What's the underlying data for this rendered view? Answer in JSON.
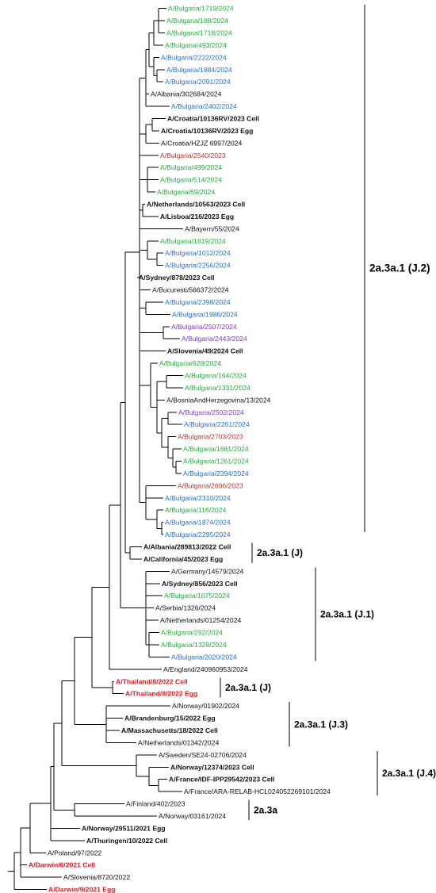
{
  "colors": {
    "black": "#111111",
    "green": "#1fae3a",
    "blue": "#1f6fd6",
    "darkred": "#b8322b",
    "red": "#e6161c",
    "purple": "#7b3bc6"
  },
  "leaves": [
    {
      "id": "l0",
      "label": "A/Bulgaria/1719/2024",
      "color": "green",
      "bold": false
    },
    {
      "id": "l1",
      "label": "A/Bulgaria/188/2024",
      "color": "green",
      "bold": false
    },
    {
      "id": "l2",
      "label": "A/Bulgaria/1718/2024",
      "color": "green",
      "bold": false
    },
    {
      "id": "l3",
      "label": "A/Bulgaria/493/2024",
      "color": "green",
      "bold": false
    },
    {
      "id": "l4",
      "label": "A/Bulgaria/2222/2024",
      "color": "blue",
      "bold": false
    },
    {
      "id": "l5",
      "label": "A/Bulgaria/1884/2024",
      "color": "blue",
      "bold": false
    },
    {
      "id": "l6",
      "label": "A/Bulgaria/2091/2024",
      "color": "blue",
      "bold": false
    },
    {
      "id": "l7",
      "label": "A/Albania/302684/2024",
      "color": "black",
      "bold": false
    },
    {
      "id": "l8",
      "label": "A/Bulgaria/2402/2024",
      "color": "blue",
      "bold": false
    },
    {
      "id": "l9",
      "label": "A/Croatia/10136RV/2023 Cell",
      "color": "black",
      "bold": true
    },
    {
      "id": "l10",
      "label": "A/Croatia/10136RV/2023 Egg",
      "color": "black",
      "bold": true
    },
    {
      "id": "l11",
      "label": "A/Croatia/HZJZ 6997/2024",
      "color": "black",
      "bold": false
    },
    {
      "id": "l12",
      "label": "A/Bulgaria/2540/2023",
      "color": "darkred",
      "bold": false
    },
    {
      "id": "l13",
      "label": "A/Bulgaria/499/2024",
      "color": "green",
      "bold": false
    },
    {
      "id": "l14",
      "label": "A/Bulgaria/514/2024",
      "color": "green",
      "bold": false
    },
    {
      "id": "l15",
      "label": "A/Bulgaria/69/2024",
      "color": "green",
      "bold": false
    },
    {
      "id": "l16",
      "label": "A/Netherlands/10563/2023 Cell",
      "color": "black",
      "bold": true
    },
    {
      "id": "l17",
      "label": "A/Lisboa/216/2023 Egg",
      "color": "black",
      "bold": true
    },
    {
      "id": "l18",
      "label": "A/Bayern/55/2024",
      "color": "black",
      "bold": false
    },
    {
      "id": "l19",
      "label": "A/Bulgaria/1819/2024",
      "color": "green",
      "bold": false
    },
    {
      "id": "l20",
      "label": "A/Bulgaria/1012/2024",
      "color": "blue",
      "bold": false
    },
    {
      "id": "l21",
      "label": "A/Bulgaria/2256/2024",
      "color": "blue",
      "bold": false
    },
    {
      "id": "l22",
      "label": "A/Sydney/878/2023 Cell",
      "color": "black",
      "bold": true
    },
    {
      "id": "l23",
      "label": "A/Bucuresti/566372/2024",
      "color": "black",
      "bold": false
    },
    {
      "id": "l24",
      "label": "A/Bulgaria/2398/2024",
      "color": "blue",
      "bold": false
    },
    {
      "id": "l25",
      "label": "A/Bulgaria/1986/2024",
      "color": "blue",
      "bold": false
    },
    {
      "id": "l26",
      "label": "A/Bulgaria/2507/2024",
      "color": "purple",
      "bold": false
    },
    {
      "id": "l27",
      "label": "A/Bulgaria/2443/2024",
      "color": "purple",
      "bold": false
    },
    {
      "id": "l28",
      "label": "A/Slovenia/49/2024 Cell",
      "color": "black",
      "bold": true
    },
    {
      "id": "l29",
      "label": "A/Bulgaria/628/2024",
      "color": "green",
      "bold": false
    },
    {
      "id": "l30",
      "label": "A/Bulgaria/164/2024",
      "color": "green",
      "bold": false
    },
    {
      "id": "l31",
      "label": "A/Bulgaria/1331/2024",
      "color": "green",
      "bold": false
    },
    {
      "id": "l32",
      "label": "A/BosniaAndHerzegovina/13/2024",
      "color": "black",
      "bold": false
    },
    {
      "id": "l33",
      "label": "A/Bulgaria/2502/2024",
      "color": "purple",
      "bold": false
    },
    {
      "id": "l34",
      "label": "A/Bulgaria/2261/2024",
      "color": "blue",
      "bold": false
    },
    {
      "id": "l35",
      "label": "A/Bulgaria/2703/2023",
      "color": "darkred",
      "bold": false
    },
    {
      "id": "l36",
      "label": "A/Bulgaria/1681/2024",
      "color": "green",
      "bold": false
    },
    {
      "id": "l37",
      "label": "A/Bulgaria/1261/2024",
      "color": "green",
      "bold": false
    },
    {
      "id": "l38",
      "label": "A/Bulgaria/2394/2024",
      "color": "blue",
      "bold": false
    },
    {
      "id": "l39",
      "label": "A/Bulgaria/2696/2023",
      "color": "darkred",
      "bold": false
    },
    {
      "id": "l40",
      "label": "A/Bulgaria/2310/2024",
      "color": "blue",
      "bold": false
    },
    {
      "id": "l41",
      "label": "A/Bulgaria/116/2024",
      "color": "green",
      "bold": false
    },
    {
      "id": "l42",
      "label": "A/Bulgaria/1874/2024",
      "color": "blue",
      "bold": false
    },
    {
      "id": "l43",
      "label": "A/Bulgaria/2295/2024",
      "color": "blue",
      "bold": false
    },
    {
      "id": "l44",
      "label": "A/Albania/289813/2022 Cell",
      "color": "black",
      "bold": true
    },
    {
      "id": "l45",
      "label": "A/California/45/2023 Egg",
      "color": "black",
      "bold": true
    },
    {
      "id": "l46",
      "label": "A/Germany/14579/2024",
      "color": "black",
      "bold": false
    },
    {
      "id": "l47",
      "label": "A/Sydney/856/2023 Cell",
      "color": "black",
      "bold": true
    },
    {
      "id": "l48",
      "label": "A/Bulgaria/1075/2024",
      "color": "green",
      "bold": false
    },
    {
      "id": "l49",
      "label": "A/Serbia/1326/2024",
      "color": "black",
      "bold": false
    },
    {
      "id": "l50",
      "label": "A/Netherlands/01254/2024",
      "color": "black",
      "bold": false
    },
    {
      "id": "l51",
      "label": "A/Bulgaria/292/2024",
      "color": "green",
      "bold": false
    },
    {
      "id": "l52",
      "label": "A/Bulgaria/1328/2024",
      "color": "green",
      "bold": false
    },
    {
      "id": "l53",
      "label": "A/Bulgaria/2020/2024",
      "color": "blue",
      "bold": false
    },
    {
      "id": "l54",
      "label": "A/England/240960953/2024",
      "color": "black",
      "bold": false
    },
    {
      "id": "l55",
      "label": "A/Thailand/8/2022 Cell",
      "color": "red",
      "bold": true
    },
    {
      "id": "l56",
      "label": "A/Thailand/8/2022 Egg",
      "color": "red",
      "bold": true
    },
    {
      "id": "l57",
      "label": "A/Norway/01902/2024",
      "color": "black",
      "bold": false
    },
    {
      "id": "l58",
      "label": "A/Brandenburg/15/2022 Egg",
      "color": "black",
      "bold": true
    },
    {
      "id": "l59",
      "label": "A/Massachusetts/18/2022 Cell",
      "color": "black",
      "bold": true
    },
    {
      "id": "l60",
      "label": "A/Netherlands/01342/2024",
      "color": "black",
      "bold": false
    },
    {
      "id": "l61",
      "label": "A/Sweden/SE24-02706/2024",
      "color": "black",
      "bold": false
    },
    {
      "id": "l62",
      "label": "A/Norway/12374/2023 Cell",
      "color": "black",
      "bold": true
    },
    {
      "id": "l63",
      "label": "A/France/IDF-IPP29542/2023 Cell",
      "color": "black",
      "bold": true
    },
    {
      "id": "l64",
      "label": "A/France/ARA-RELAB-HCL024052269101/2024",
      "color": "black",
      "bold": false
    },
    {
      "id": "l65",
      "label": "A/Finland/402/2023",
      "color": "black",
      "bold": false
    },
    {
      "id": "l66",
      "label": "A/Norway/03161/2024",
      "color": "black",
      "bold": false
    },
    {
      "id": "l67",
      "label": "A/Norway/29511/2021 Egg",
      "color": "black",
      "bold": true
    },
    {
      "id": "l68",
      "label": "A/Thuringen/10/2022 Cell",
      "color": "black",
      "bold": true
    },
    {
      "id": "l69",
      "label": "A/Poland/97/2022",
      "color": "black",
      "bold": false
    },
    {
      "id": "l70",
      "label": "A/Darwin/6/2021 Cell",
      "color": "red",
      "bold": true
    },
    {
      "id": "l71",
      "label": "A/Slovenia/8720/2022",
      "color": "black",
      "bold": false
    },
    {
      "id": "l72",
      "label": "A/Darwin/9/2021 Egg",
      "color": "red",
      "bold": true
    }
  ],
  "clades": [
    {
      "id": "c0",
      "label": "2a.3a.1 (J.2)",
      "from": "l0",
      "to": "l43"
    },
    {
      "id": "c1",
      "label": "2a.3a.1 (J)",
      "from": "l44",
      "to": "l45"
    },
    {
      "id": "c2",
      "label": "2a.3a.1 (J.1)",
      "from": "l46",
      "to": "l53"
    },
    {
      "id": "c3",
      "label": "2a.3a.1 (J)",
      "from": "l55",
      "to": "l56"
    },
    {
      "id": "c4",
      "label": "2a.3a.1 (J.3)",
      "from": "l57",
      "to": "l60"
    },
    {
      "id": "c5",
      "label": "2a.3a.1 (J.4)",
      "from": "l61",
      "to": "l64"
    },
    {
      "id": "c6",
      "label": "2a.3a",
      "from": "l65",
      "to": "l66"
    }
  ]
}
